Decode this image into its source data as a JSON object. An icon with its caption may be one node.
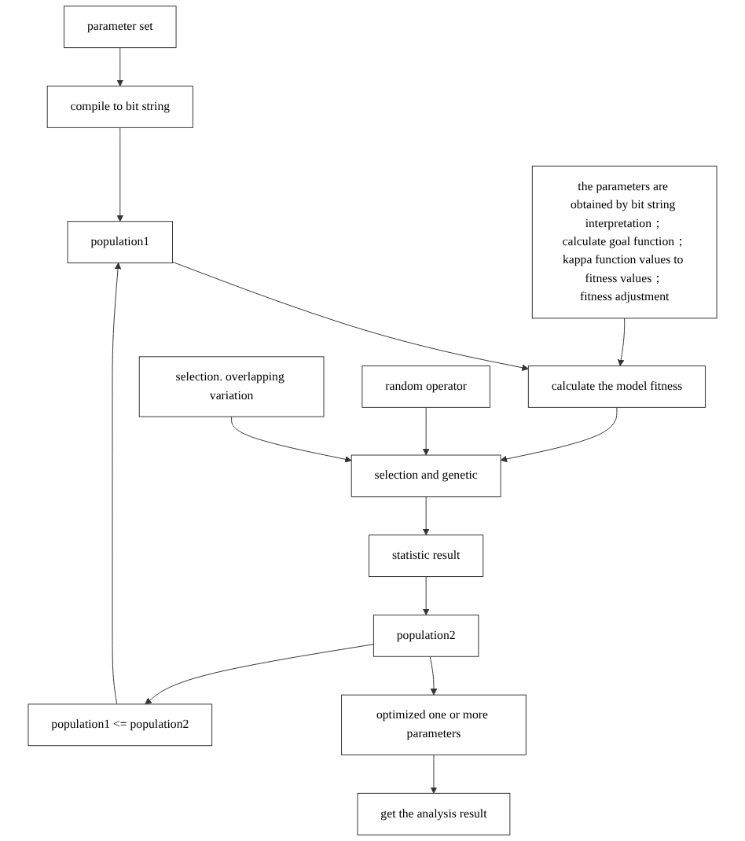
{
  "diagram": {
    "nodes": [
      {
        "text": [
          "parameter set"
        ]
      },
      {
        "text": [
          "compile to bit string"
        ]
      },
      {
        "text": [
          "population1"
        ]
      },
      {
        "text": [
          "calculate the model fitness"
        ]
      },
      {
        "text": [
          "selection and genetic"
        ]
      },
      {
        "text": [
          "statistic result"
        ]
      },
      {
        "text": [
          "population2"
        ]
      },
      {
        "text": [
          "optimized one or more parameters"
        ]
      },
      {
        "text": [
          "get the analysis result"
        ]
      },
      {
        "text": [
          "the parameters are obtained by bit string interpretation；",
          "calculate goal function；",
          "kappa function values to fitness values；",
          "fitness adjustment"
        ]
      },
      {
        "text": [
          "selection. overlapping variation"
        ]
      },
      {
        "text": [
          "random operator"
        ]
      },
      {
        "text": [
          "population1 <= population2"
        ]
      }
    ],
    "edges": [
      {
        "from": 0,
        "to": 1,
        "arrow": "to"
      },
      {
        "from": 1,
        "to": 2,
        "arrow": "to"
      },
      {
        "from": 2,
        "to": 3,
        "arrow": "to"
      },
      {
        "from": 3,
        "to": 4,
        "arrow": "to"
      },
      {
        "from": 4,
        "to": 5,
        "arrow": "to"
      },
      {
        "from": 5,
        "to": 6,
        "arrow": "to"
      },
      {
        "from": 6,
        "to": 7,
        "arrow": "to"
      },
      {
        "from": 7,
        "to": 8,
        "arrow": "to"
      },
      {
        "from": 9,
        "to": 3,
        "arrow": "to"
      },
      {
        "from": 10,
        "to": 4,
        "arrow": "to"
      },
      {
        "from": 11,
        "to": 4,
        "arrow": "to"
      },
      {
        "from": 6,
        "to": 12,
        "arrow": "to"
      },
      {
        "from": 12,
        "to": 2,
        "arrow": "to"
      }
    ]
  }
}
